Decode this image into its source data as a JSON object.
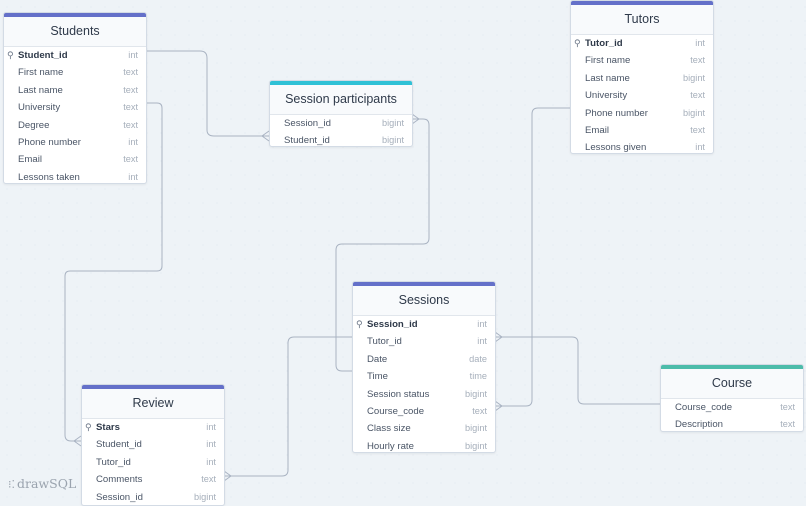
{
  "accent_colors": {
    "indigo": "#6470c9",
    "cyan": "#2fc1d6",
    "teal": "#4cbcaa"
  },
  "brand": {
    "logo_text": "drawSQL",
    "logo_icon": "drawsql-logo-icon"
  },
  "tables": {
    "students": {
      "title": "Students",
      "columns": [
        {
          "name": "Student_id",
          "type": "int"
        },
        {
          "name": "First name",
          "type": "text"
        },
        {
          "name": "Last name",
          "type": "text"
        },
        {
          "name": "University",
          "type": "text"
        },
        {
          "name": "Degree",
          "type": "text"
        },
        {
          "name": "Phone number",
          "type": "int"
        },
        {
          "name": "Email",
          "type": "text"
        },
        {
          "name": "Lessons taken",
          "type": "int"
        }
      ]
    },
    "session_participants": {
      "title": "Session participants",
      "columns": [
        {
          "name": "Session_id",
          "type": "bigint"
        },
        {
          "name": "Student_id",
          "type": "bigint"
        }
      ]
    },
    "tutors": {
      "title": "Tutors",
      "columns": [
        {
          "name": "Tutor_id",
          "type": "int"
        },
        {
          "name": "First name",
          "type": "text"
        },
        {
          "name": "Last name",
          "type": "bigint"
        },
        {
          "name": "University",
          "type": "text"
        },
        {
          "name": "Phone number",
          "type": "bigint"
        },
        {
          "name": "Email",
          "type": "text"
        },
        {
          "name": "Lessons given",
          "type": "int"
        }
      ]
    },
    "sessions": {
      "title": "Sessions",
      "columns": [
        {
          "name": "Session_id",
          "type": "int"
        },
        {
          "name": "Tutor_id",
          "type": "int"
        },
        {
          "name": "Date",
          "type": "date"
        },
        {
          "name": "Time",
          "type": "time"
        },
        {
          "name": "Session status",
          "type": "bigint"
        },
        {
          "name": "Course_code",
          "type": "text"
        },
        {
          "name": "Class size",
          "type": "bigint"
        },
        {
          "name": "Hourly rate",
          "type": "bigint"
        }
      ]
    },
    "review": {
      "title": "Review",
      "columns": [
        {
          "name": "Stars",
          "type": "int"
        },
        {
          "name": "Student_id",
          "type": "int"
        },
        {
          "name": "Tutor_id",
          "type": "int"
        },
        {
          "name": "Comments",
          "type": "text"
        },
        {
          "name": "Session_id",
          "type": "bigint"
        }
      ]
    },
    "course": {
      "title": "Course",
      "columns": [
        {
          "name": "Course_code",
          "type": "text"
        },
        {
          "name": "Description",
          "type": "text"
        }
      ]
    }
  }
}
